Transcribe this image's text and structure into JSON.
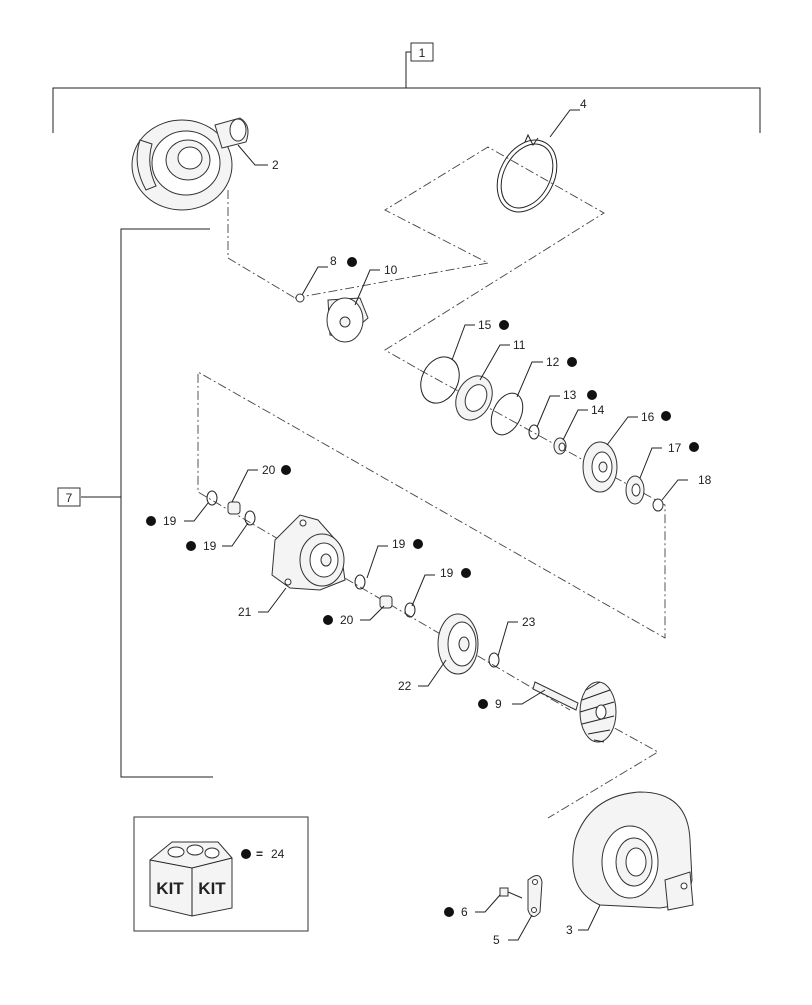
{
  "diagram": {
    "assembly_box_label": "1",
    "subassembly_box_label": "7",
    "callouts": {
      "c2": "2",
      "c3": "3",
      "c4": "4",
      "c5": "5",
      "c6": "6",
      "c8": "8",
      "c9": "9",
      "c10": "10",
      "c11": "11",
      "c12": "12",
      "c13": "13",
      "c14": "14",
      "c15": "15",
      "c16": "16",
      "c17": "17",
      "c18": "18",
      "c19a": "19",
      "c19b": "19",
      "c19c": "19",
      "c19d": "19",
      "c20a": "20",
      "c20b": "20",
      "c21": "21",
      "c22": "22",
      "c23": "23"
    },
    "kit": {
      "label_left": "KIT",
      "label_right": "KIT",
      "legend_equals": "=",
      "legend_number": "24"
    }
  }
}
